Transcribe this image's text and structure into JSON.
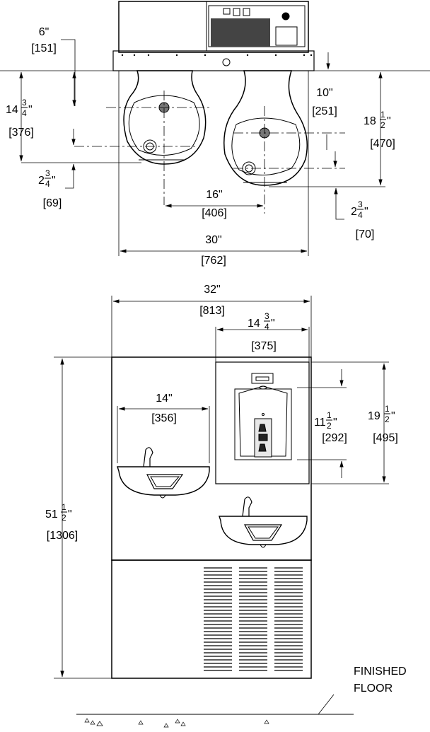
{
  "drawing": {
    "top_view": {
      "dims": {
        "d6": "6\"",
        "d6_mm": "[151]",
        "d14_whole": "14",
        "d14_num": "3",
        "d14_den": "4",
        "d14_in": "\"",
        "d14_mm": "[376]",
        "d2a_whole": "2",
        "d2a_num": "3",
        "d2a_den": "4",
        "d2a_in": "\"",
        "d2a_mm": "[69]",
        "d10": "10\"",
        "d10_mm": "[251]",
        "d18_whole": "18",
        "d18_num": "1",
        "d18_den": "2",
        "d18_in": "\"",
        "d18_mm": "[470]",
        "d2b_whole": "2",
        "d2b_num": "3",
        "d2b_den": "4",
        "d2b_in": "\"",
        "d2b_mm": "[70]",
        "d16": "16\"",
        "d16_mm": "[406]",
        "d30": "30\"",
        "d30_mm": "[762]"
      }
    },
    "front_view": {
      "dims": {
        "d32": "32\"",
        "d32_mm": "[813]",
        "d14b_whole": "14",
        "d14b_num": "3",
        "d14b_den": "4",
        "d14b_in": "\"",
        "d14b_mm": "[375]",
        "d14": "14\"",
        "d14_mm": "[356]",
        "d11_whole": "11",
        "d11_num": "1",
        "d11_den": "2",
        "d11_in": "\"",
        "d11_mm": "[292]",
        "d19_whole": "19",
        "d19_num": "1",
        "d19_den": "2",
        "d19_in": "\"",
        "d19_mm": "[495]",
        "d51_whole": "51",
        "d51_num": "1",
        "d51_den": "2",
        "d51_in": "\"",
        "d51_mm": "[1306]"
      },
      "floor_label_1": "FINISHED",
      "floor_label_2": "FLOOR"
    }
  }
}
